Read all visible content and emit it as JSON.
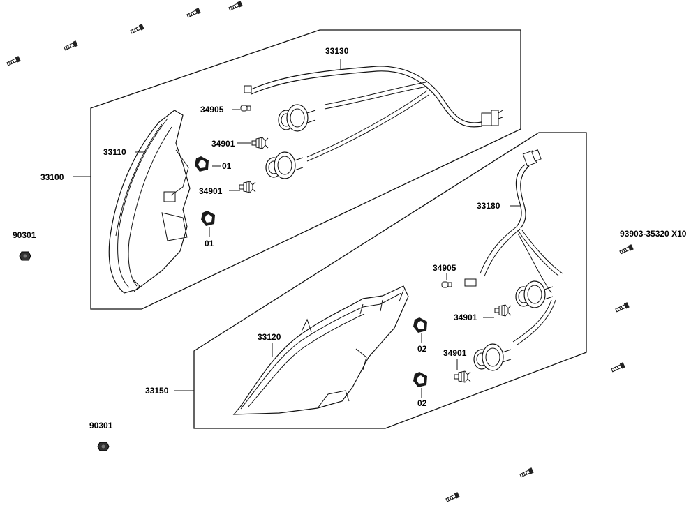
{
  "labels": {
    "housing_left": "33100",
    "lens_left": "33110",
    "harness_left": "33130",
    "bulb_small_left": "34905",
    "bulb_left_a": "34901",
    "bulb_left_b": "34901",
    "grommet_left_a": "01",
    "grommet_left_b": "01",
    "housing_right": "33150",
    "lens_right": "33120",
    "harness_right": "33180",
    "bulb_small_right": "34905",
    "bulb_right_a": "34901",
    "bulb_right_b": "34901",
    "grommet_right_a": "02",
    "grommet_right_b": "02",
    "nut_left_upper": "90301",
    "nut_left_lower": "90301",
    "screw_ref": "93903-35320 X10"
  }
}
